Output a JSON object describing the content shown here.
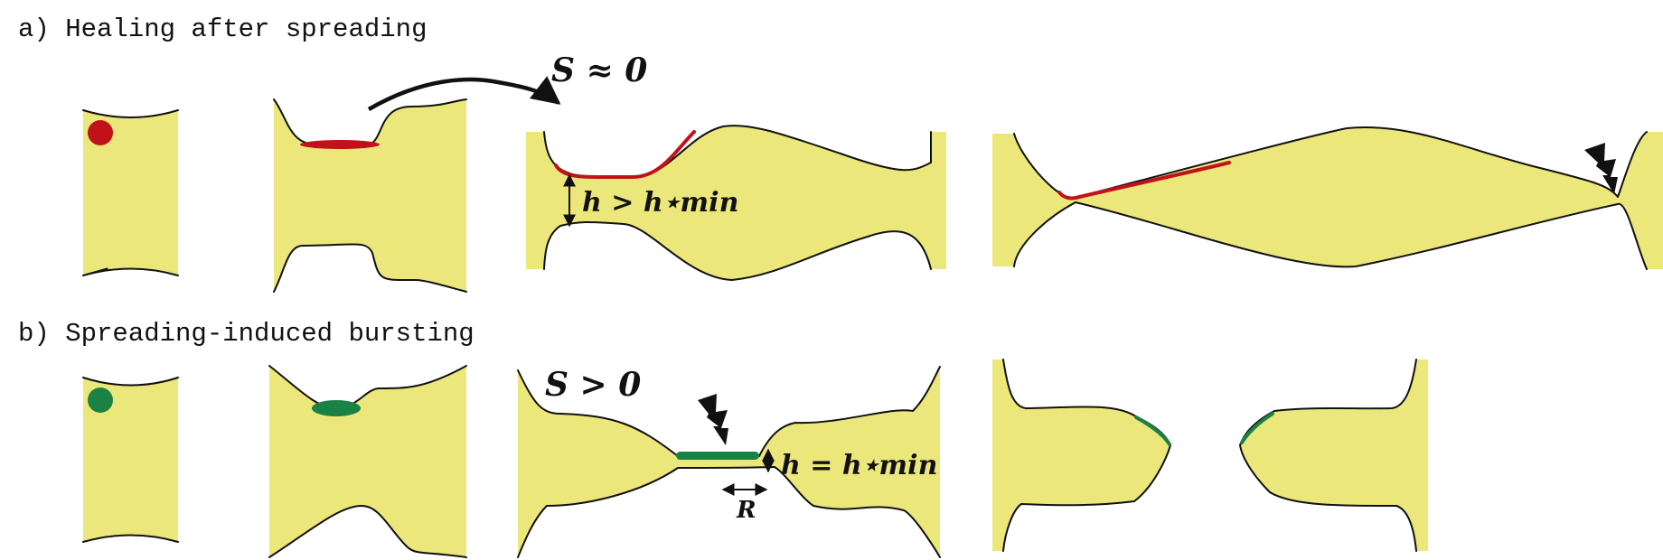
{
  "panel_a": {
    "title": "a) Healing after spreading",
    "spreading_label": "S ≈ 0",
    "thickness_label": "h > h⋆min",
    "colors": {
      "film": "#ece77a",
      "surfactant": "#c1121c"
    }
  },
  "panel_b": {
    "title": "b) Spreading-induced bursting",
    "spreading_label": "S > 0",
    "thickness_label": "h = h⋆min",
    "radius_label": "R",
    "colors": {
      "film": "#ece77a",
      "surfactant": "#1a8244"
    }
  },
  "icons": [
    "lightning-bolt-icon"
  ]
}
